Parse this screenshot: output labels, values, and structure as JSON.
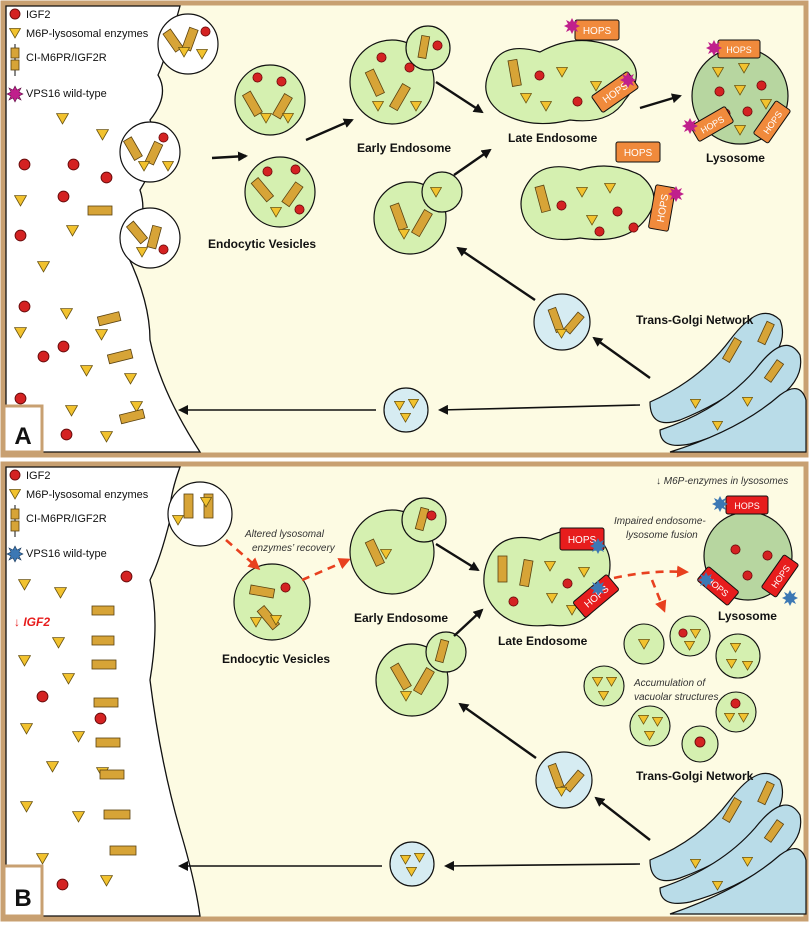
{
  "colors": {
    "frame": "#C8A071",
    "background": "#FDFBE3",
    "vesicle_green": "#D5F0B0",
    "vesicle_blue": "#D6ECF2",
    "lysosome_green": "#B7D6A0",
    "golgi_blue": "#B9DCE8",
    "igf2_red": "#D42222",
    "enzyme_yellow": "#F2C22E",
    "receptor_gold": "#D7A437",
    "hops_orange": "#F08A3C",
    "hops_red": "#E71D1D",
    "vps16_magenta": "#C0208C",
    "vps16_blue": "#3C78B4",
    "arrow_red": "#E8401F"
  },
  "legend_labels": {
    "igf2": "IGF2",
    "enzymes": "M6P-lysosomal enzymes",
    "receptor": "CI-M6PR/IGF2R",
    "vps16": "VPS16 wild-type"
  },
  "panel_a": {
    "letter": "A",
    "labels": {
      "endocytic_vesicles": "Endocytic Vesicles",
      "early_endosome": "Early Endosome",
      "late_endosome": "Late Endosome",
      "lysosome": "Lysosome",
      "tgn": "Trans-Golgi Network"
    },
    "hops": "HOPS"
  },
  "panel_b": {
    "letter": "B",
    "labels": {
      "endocytic_vesicles": "Endocytic Vesicles",
      "early_endosome": "Early Endosome",
      "late_endosome": "Late Endosome",
      "lysosome": "Lysosome",
      "tgn": "Trans-Golgi Network"
    },
    "hops": "HOPS",
    "annotations": {
      "igf2_down": "↓ IGF2",
      "m6p_down": "↓ M6P-enzymes in lysosomes",
      "altered_1": "Altered   lysosomal",
      "altered_2": "enzymes’ recovery",
      "impaired_1": "Impaired endosome-",
      "impaired_2": "lysosome fusion",
      "accum_1": "Accumulation of",
      "accum_2": "vacuolar structures"
    }
  }
}
